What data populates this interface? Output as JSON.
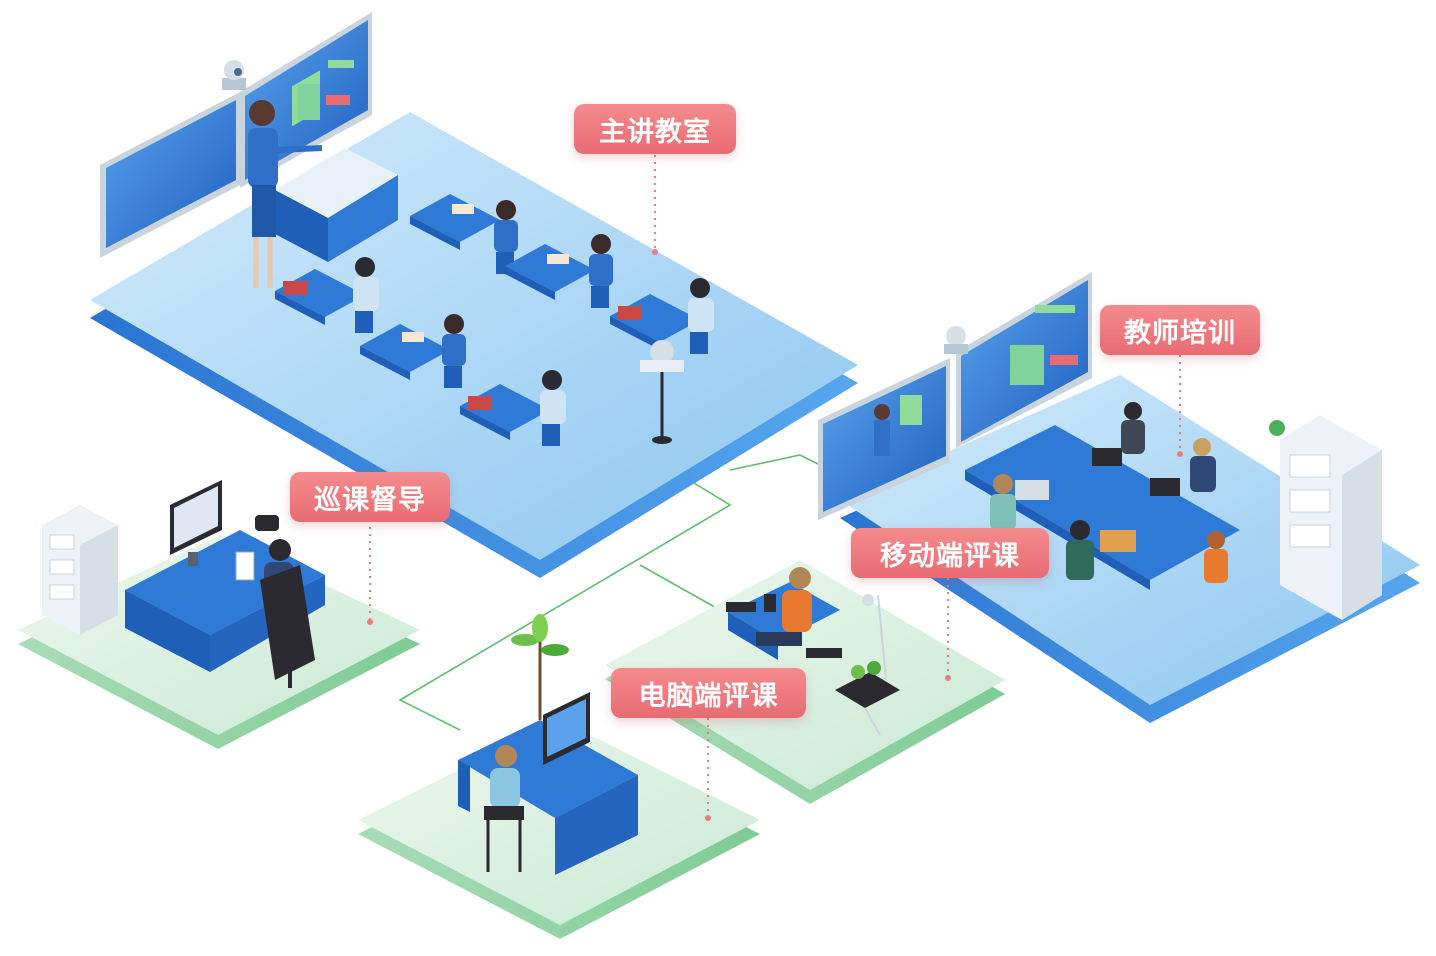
{
  "labels": {
    "main_classroom": "主讲教室",
    "teacher_training": "教师培训",
    "patrol_supervision": "巡课督导",
    "mobile_review": "移动端评课",
    "pc_review": "电脑端评课"
  },
  "colors": {
    "tag_fill": "#ee7b80",
    "blue_platform": "#9fd0f2",
    "blue_platform_edge": "#2e7fd8",
    "green_platform": "#d5eedb",
    "green_platform_edge": "#8fd4a3",
    "connector_line": "#5fbf6f",
    "leader_dots": "#ee7b80",
    "furniture": "#1f5fb8",
    "screen": "#2f7ad6"
  }
}
